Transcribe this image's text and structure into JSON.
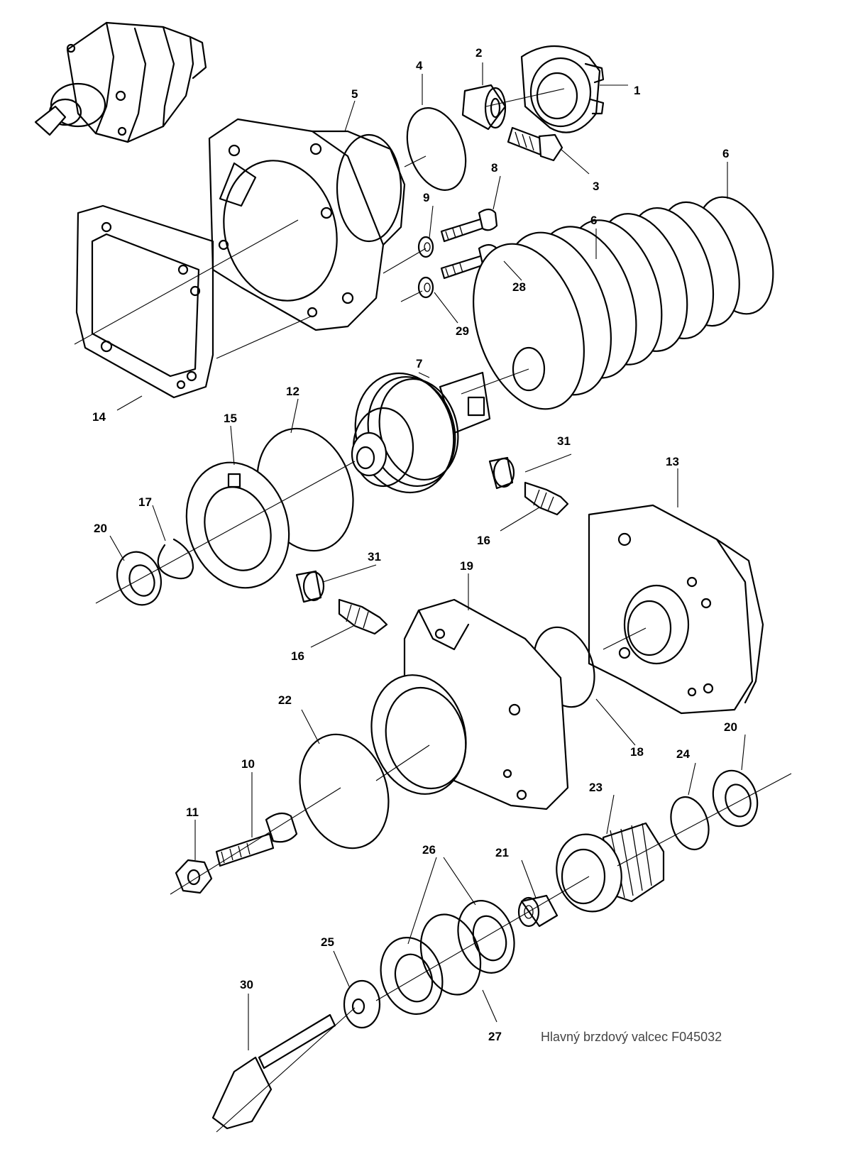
{
  "caption": "Hlavný brzdový valcec F045032",
  "callouts": [
    {
      "id": "c1",
      "text": "1"
    },
    {
      "id": "c2",
      "text": "2"
    },
    {
      "id": "c3",
      "text": "3"
    },
    {
      "id": "c4",
      "text": "4"
    },
    {
      "id": "c5",
      "text": "5"
    },
    {
      "id": "c6a",
      "text": "6"
    },
    {
      "id": "c6b",
      "text": "6"
    },
    {
      "id": "c7",
      "text": "7"
    },
    {
      "id": "c8",
      "text": "8"
    },
    {
      "id": "c9",
      "text": "9"
    },
    {
      "id": "c10",
      "text": "10"
    },
    {
      "id": "c11",
      "text": "11"
    },
    {
      "id": "c12",
      "text": "12"
    },
    {
      "id": "c13",
      "text": "13"
    },
    {
      "id": "c14",
      "text": "14"
    },
    {
      "id": "c15",
      "text": "15"
    },
    {
      "id": "c16a",
      "text": "16"
    },
    {
      "id": "c16b",
      "text": "16"
    },
    {
      "id": "c17",
      "text": "17"
    },
    {
      "id": "c18",
      "text": "18"
    },
    {
      "id": "c19",
      "text": "19"
    },
    {
      "id": "c20a",
      "text": "20"
    },
    {
      "id": "c20b",
      "text": "20"
    },
    {
      "id": "c21",
      "text": "21"
    },
    {
      "id": "c22",
      "text": "22"
    },
    {
      "id": "c23",
      "text": "23"
    },
    {
      "id": "c24",
      "text": "24"
    },
    {
      "id": "c25",
      "text": "25"
    },
    {
      "id": "c26",
      "text": "26"
    },
    {
      "id": "c27",
      "text": "27"
    },
    {
      "id": "c28",
      "text": "28"
    },
    {
      "id": "c29",
      "text": "29"
    },
    {
      "id": "c30",
      "text": "30"
    },
    {
      "id": "c31a",
      "text": "31"
    },
    {
      "id": "c31b",
      "text": "31"
    }
  ]
}
